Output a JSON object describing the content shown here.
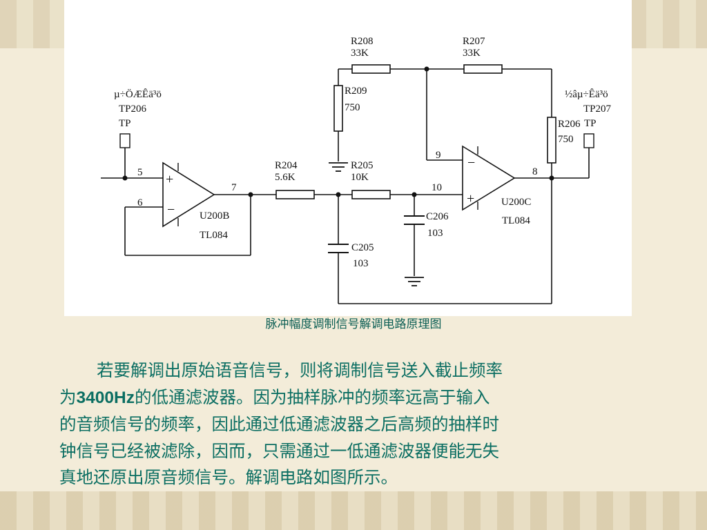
{
  "slide": {
    "caption": "脉冲幅度调制信号解调电路原理图",
    "paragraph_lines": [
      "若要解调出原始语音信号，则将调制信号送入截止频率",
      "的低通滤波器。因为抽样脉冲的频率远高于输入",
      "的音频信号的频率，因此通过低通滤波器之后高频的抽样时",
      "钟信号已经被滤除，因而，只需通过一低通滤波器便能无失",
      "真地还原出原音频信号。解调电路如图所示。"
    ],
    "paragraph_line2_prefix": [
      "为",
      "3400Hz"
    ]
  },
  "circuit": {
    "input_test_point": {
      "label_garbled": "µ÷ÖÆÊä³ö",
      "name": "TP206",
      "type": "TP"
    },
    "output_test_point": {
      "label_garbled": "½âµ÷Êä³ö",
      "name": "TP207",
      "type": "TP"
    },
    "opamp_b": {
      "ref": "U200B",
      "part": "TL084",
      "plus_sign": "+",
      "minus_sign": "−",
      "pins": [
        "5",
        "6",
        "7"
      ]
    },
    "opamp_c": {
      "ref": "U200C",
      "part": "TL084",
      "plus_sign": "+",
      "minus_sign": "−",
      "pins": [
        "9",
        "10",
        "8"
      ]
    },
    "resistors": [
      {
        "ref": "R208",
        "value": "33K"
      },
      {
        "ref": "R207",
        "value": "33K"
      },
      {
        "ref": "R209",
        "value": "750"
      },
      {
        "ref": "R206",
        "value": "750"
      },
      {
        "ref": "R204",
        "value": "5.6K"
      },
      {
        "ref": "R205",
        "value": "10K"
      }
    ],
    "capacitors": [
      {
        "ref": "C205",
        "value": "103"
      },
      {
        "ref": "C206",
        "value": "103"
      }
    ]
  }
}
